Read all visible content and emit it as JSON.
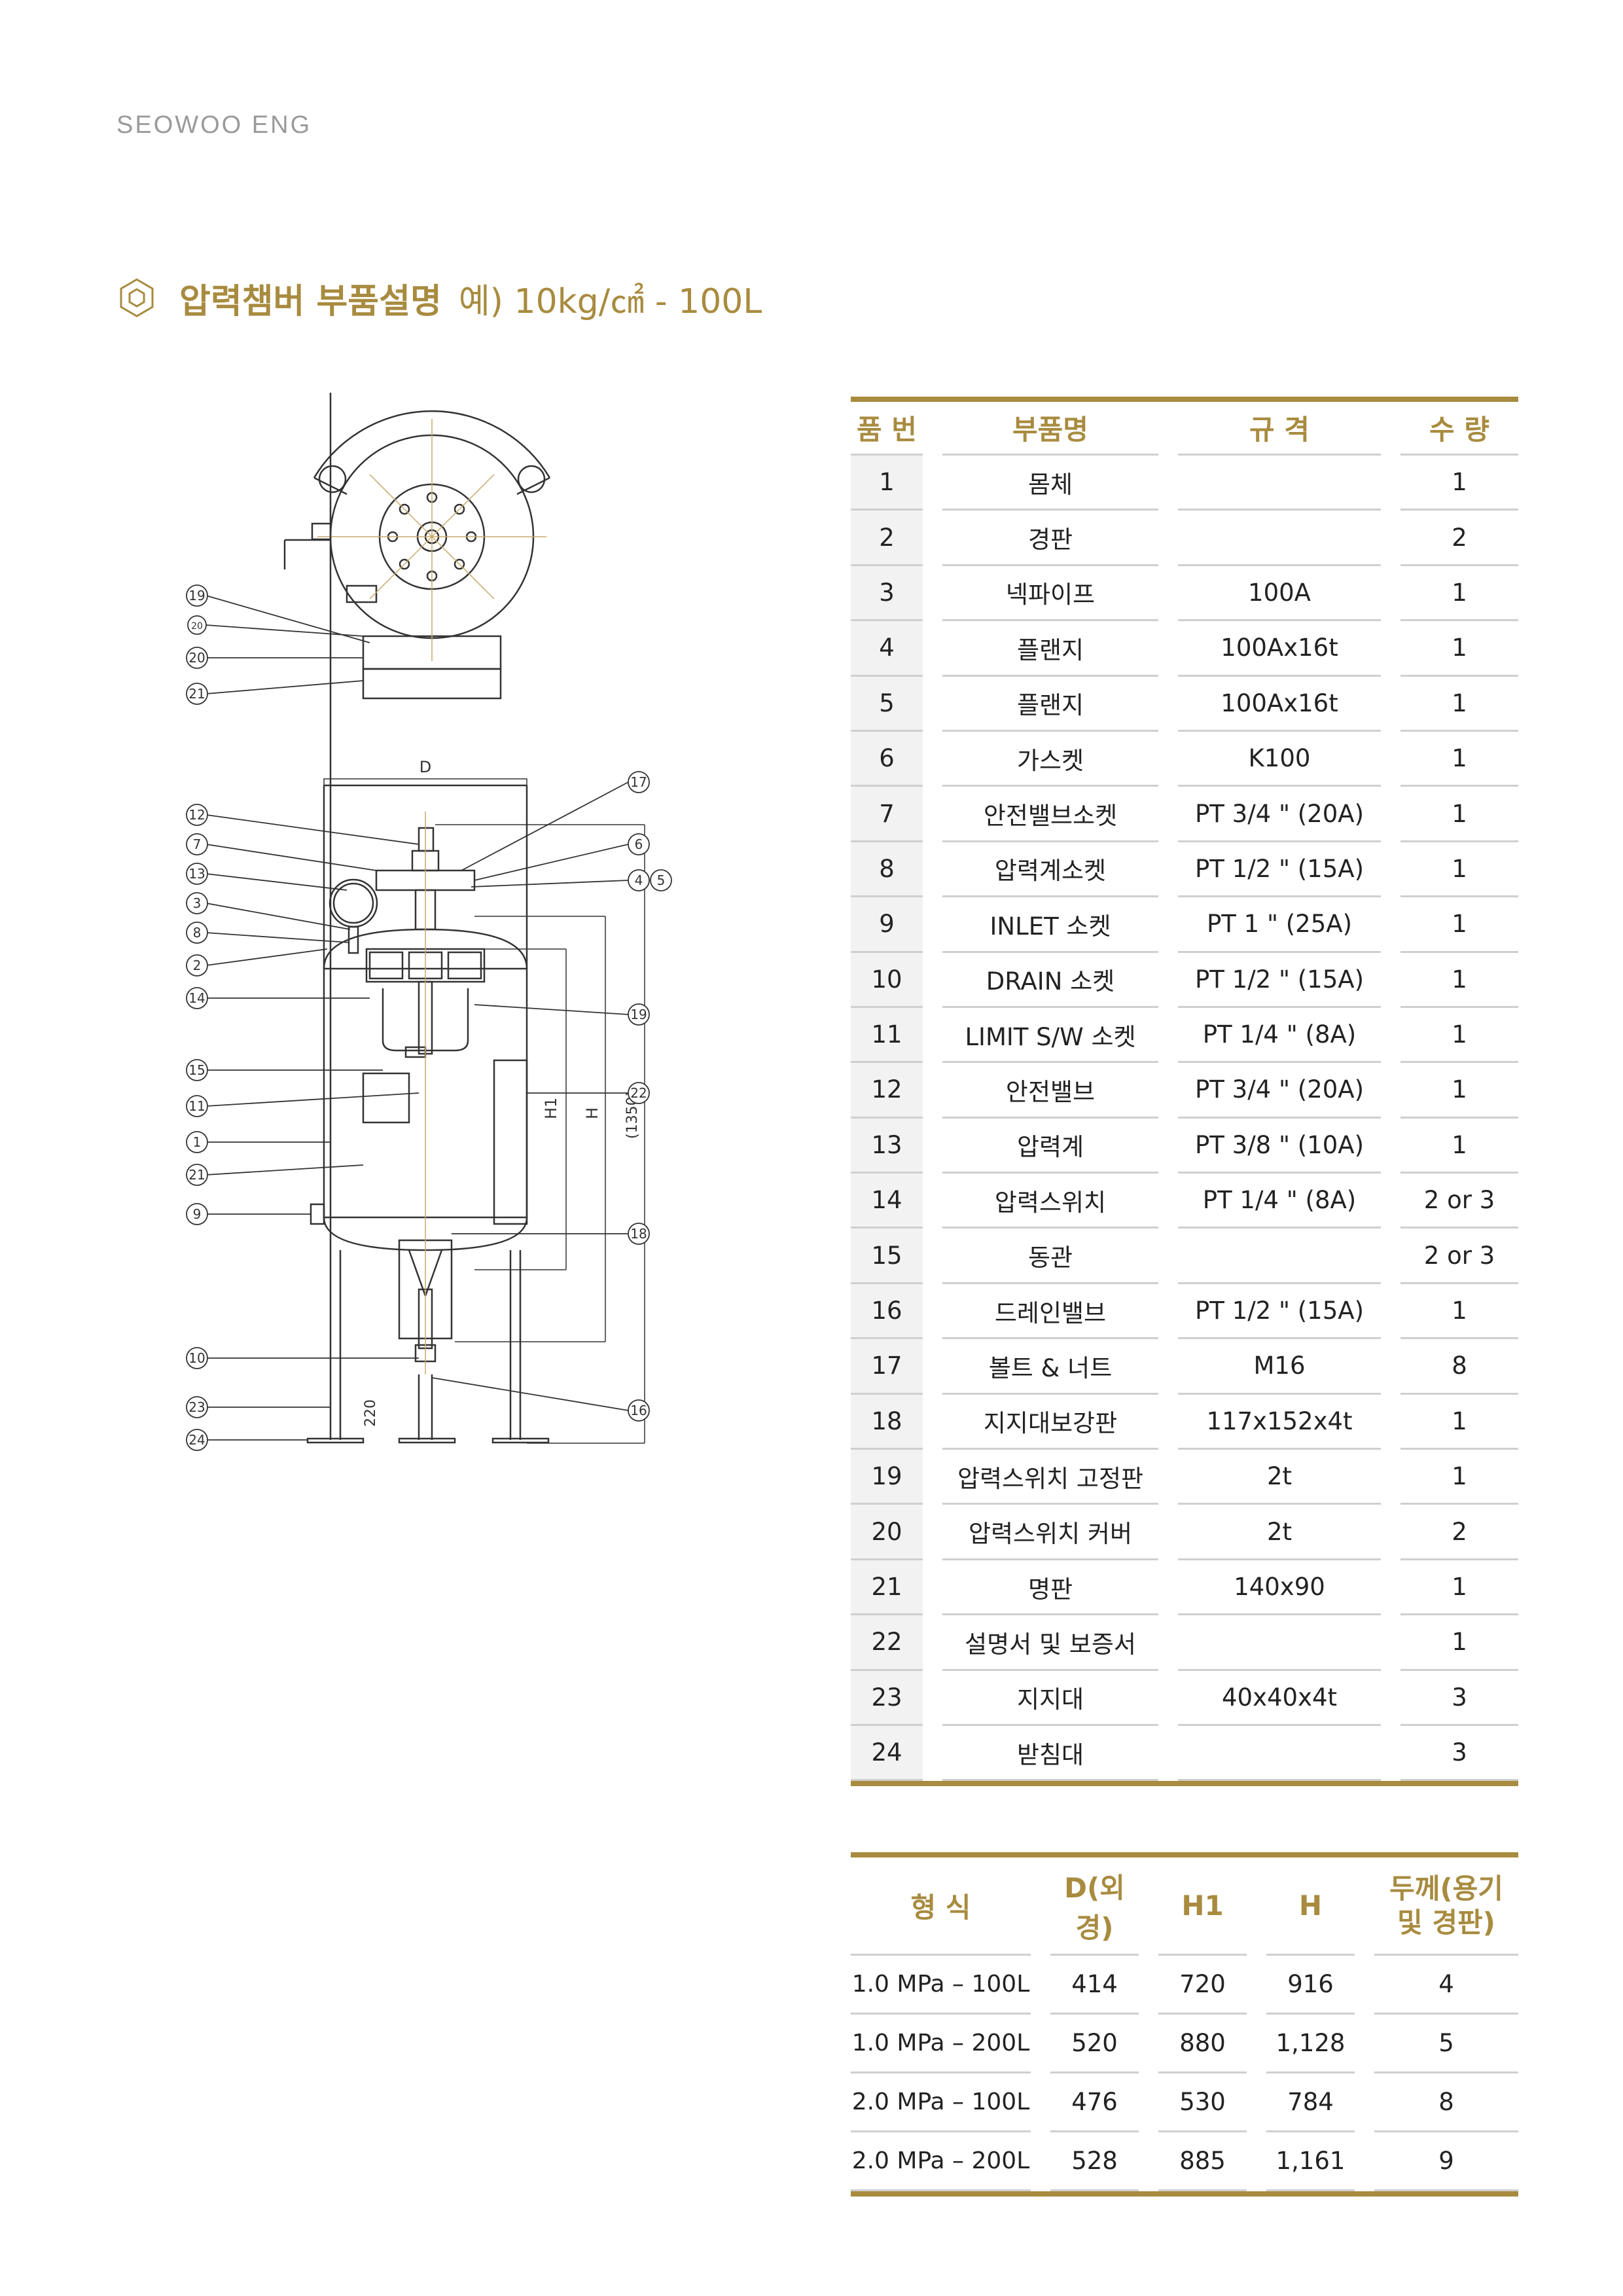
{
  "brand": "SEOWOO ENG",
  "section": {
    "icon": "hexagon-icon",
    "title": "압력챔버 부품설명",
    "subtitle": "예) 10kg/㎠ - 100L",
    "accent": "#a88b3f"
  },
  "drawing": {
    "dim_d": "D",
    "dim_h1": "H1",
    "dim_h": "H",
    "dim_1350": "(1350)",
    "dim_220": "220",
    "callouts_top": [
      "19",
      "20",
      "20",
      "21"
    ],
    "callouts_left": [
      "12",
      "7",
      "13",
      "3",
      "8",
      "2",
      "14",
      "15",
      "11",
      "1",
      "21",
      "9",
      "10",
      "23",
      "24"
    ],
    "callouts_right": [
      "17",
      "6",
      "4",
      "5",
      "19",
      "22",
      "18",
      "16"
    ]
  },
  "parts_table": {
    "headers": [
      "품 번",
      "부품명",
      "규 격",
      "수 량"
    ],
    "rows": [
      [
        "1",
        "몸체",
        "",
        "1"
      ],
      [
        "2",
        "경판",
        "",
        "2"
      ],
      [
        "3",
        "넥파이프",
        "100A",
        "1"
      ],
      [
        "4",
        "플랜지",
        "100Ax16t",
        "1"
      ],
      [
        "5",
        "플랜지",
        "100Ax16t",
        "1"
      ],
      [
        "6",
        "가스켓",
        "K100",
        "1"
      ],
      [
        "7",
        "안전밸브소켓",
        "PT 3/4 \" (20A)",
        "1"
      ],
      [
        "8",
        "압력계소켓",
        "PT 1/2 \" (15A)",
        "1"
      ],
      [
        "9",
        "INLET 소켓",
        "PT 1 \" (25A)",
        "1"
      ],
      [
        "10",
        "DRAIN 소켓",
        "PT 1/2 \" (15A)",
        "1"
      ],
      [
        "11",
        "LIMIT S/W 소켓",
        "PT 1/4 \" (8A)",
        "1"
      ],
      [
        "12",
        "안전밸브",
        "PT 3/4 \" (20A)",
        "1"
      ],
      [
        "13",
        "압력계",
        "PT 3/8 \" (10A)",
        "1"
      ],
      [
        "14",
        "압력스위치",
        "PT 1/4 \" (8A)",
        "2 or 3"
      ],
      [
        "15",
        "동관",
        "",
        "2 or 3"
      ],
      [
        "16",
        "드레인밸브",
        "PT 1/2 \" (15A)",
        "1"
      ],
      [
        "17",
        "볼트 & 너트",
        "M16",
        "8"
      ],
      [
        "18",
        "지지대보강판",
        "117x152x4t",
        "1"
      ],
      [
        "19",
        "압력스위치 고정판",
        "2t",
        "1"
      ],
      [
        "20",
        "압력스위치 커버",
        "2t",
        "2"
      ],
      [
        "21",
        "명판",
        "140x90",
        "1"
      ],
      [
        "22",
        "설명서 및 보증서",
        "",
        "1"
      ],
      [
        "23",
        "지지대",
        "40x40x4t",
        "3"
      ],
      [
        "24",
        "받침대",
        "",
        "3"
      ]
    ]
  },
  "model_table": {
    "headers": [
      "형 식",
      "D(외경)",
      "H1",
      "H",
      "두께(용기\n및 경판)"
    ],
    "rows": [
      [
        "1.0 MPa – 100L",
        "414",
        "720",
        "916",
        "4"
      ],
      [
        "1.0 MPa – 200L",
        "520",
        "880",
        "1,128",
        "5"
      ],
      [
        "2.0 MPa – 100L",
        "476",
        "530",
        "784",
        "8"
      ],
      [
        "2.0 MPa – 200L",
        "528",
        "885",
        "1,161",
        "9"
      ]
    ]
  }
}
